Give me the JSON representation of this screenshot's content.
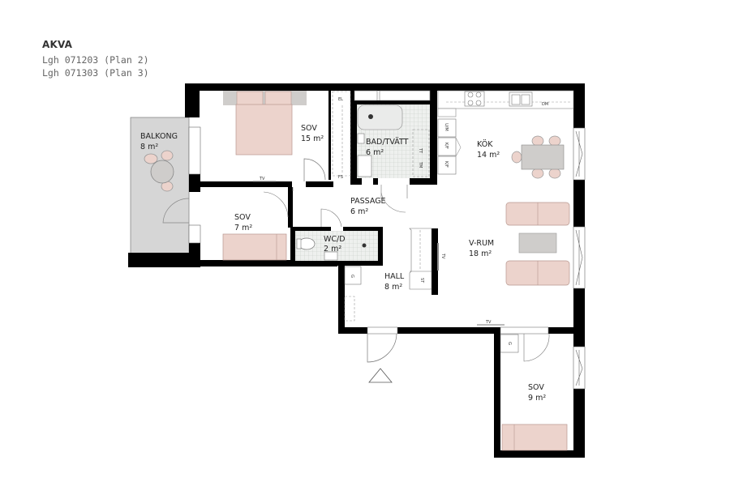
{
  "header": {
    "project": "AKVA",
    "units": [
      "Lgh 071203 (Plan 2)",
      "Lgh 071303 (Plan 3)"
    ]
  },
  "rooms": [
    {
      "id": "balkong",
      "name": "BALKONG",
      "area": "8 m²"
    },
    {
      "id": "sov-master",
      "name": "SOV",
      "area": "15 m²"
    },
    {
      "id": "bad-tvatt",
      "name": "BAD/TVÄTT",
      "area": "6 m²"
    },
    {
      "id": "kok",
      "name": "KÖK",
      "area": "14 m²"
    },
    {
      "id": "passage",
      "name": "PASSAGE",
      "area": "6 m²"
    },
    {
      "id": "sov-small",
      "name": "SOV",
      "area": "7 m²"
    },
    {
      "id": "wc-d",
      "name": "WC/D",
      "area": "2 m²"
    },
    {
      "id": "v-rum",
      "name": "V-RUM",
      "area": "18 m²"
    },
    {
      "id": "hall",
      "name": "HALL",
      "area": "8 m²"
    },
    {
      "id": "sov-9",
      "name": "SOV",
      "area": "9 m²"
    }
  ],
  "fixtures": {
    "tv": "TV",
    "dm": "DM",
    "uvm": "U/M",
    "kf": "K/F",
    "tt": "TT",
    "tm": "TM",
    "st": "ST",
    "g": "G",
    "fs": "FS",
    "el": "EL"
  },
  "colors": {
    "wall": "#000000",
    "furniture_pink": "#ecd3cc",
    "furniture_outline": "#b89890",
    "grey_fill": "#cfcdcb",
    "balcony_fill": "#d6d6d6",
    "tile": "#e3e6e3",
    "line": "#777777"
  }
}
